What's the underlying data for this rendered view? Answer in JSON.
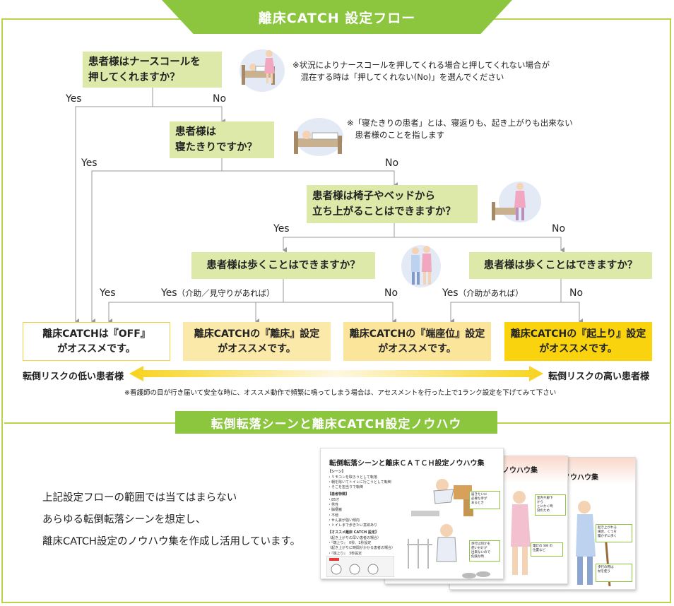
{
  "header": {
    "title": "離床CATCH 設定フロー"
  },
  "flow": {
    "q1": "患者様はナースコールを\n押してくれますか？",
    "q2": "患者様は\n寝たきりですか？",
    "q3": "患者様は椅子やベッドから\n立ち上がることはできますか？",
    "q4": "患者様は歩くことはできますか？",
    "q5": "患者様は歩くことはできますか？",
    "note1": "※状況によりナースコールを押してくれる場合と押してくれない場合が\n　混在する時は「押してくれない(No)」を選んでください",
    "note2": "※「寝たきりの患者」とは、寝返りも、起き上がりも出来ない\n　患者様のことを指します",
    "yes": "Yes",
    "no": "No",
    "yes_assist_watch": "（介助／見守りがあれば）",
    "yes_assist": "（介助があれば）",
    "result_off": "離床CATCHは『OFF』\nがオススメです。",
    "result_rishou": "離床CATCHの『離床』設定\nがオススメです。",
    "result_tanza": "離床CATCHの『端座位』設定\nがオススメです。",
    "result_okiagari": "離床CATCHの『起上り』設定\nがオススメです。",
    "risk_low": "転倒リスクの低い患者様",
    "risk_high": "転倒リスクの高い患者様",
    "footnote": "※看護師の目が行き届いて安全な時に、オススメ動作で頻繁に鳴ってしまう場合は、アセスメントを行った上で1ランク設定を下げてみて下さい"
  },
  "section2": {
    "title": "転倒転落シーンと離床CATCH設定ノウハウ",
    "paragraph": "上記設定フローの範囲では当てはまらない\nあらゆる転倒転落シーンを想定し、\n離床CATCH設定のノウハウ集を作成し活用しています。",
    "doc_title": "転倒転落シーンと離床ＣＡＴＣＨ設定ノウハウ集",
    "doc_title_tail": "ノウハウ集",
    "doc_title_tail2": "ノウハウ集",
    "doc_scene_label": "【シーン】",
    "doc_scene": "・リモコンを取ろうとして転落\n・朝を除いてトイレに行こうとして転倒\n・そこを担当りで転倒",
    "doc_patient_label": "【患者特徴】",
    "doc_patient": "・85才\n・男性\n・脳梗塞\n・不穏\n・せん妄が強い傾向\n・トイレまで歩きたい意欲あり",
    "doc_setting_label": "【オススメ離床 CATCH 設定】",
    "doc_setting": "（起き上がりの早い患者の場合）\n・『端上り』　0秒、1秒設定\n（起き上がりに時間がかかる患者の場合）\n・『端上り』　3秒設定",
    "bubble1": "届きたいに\n必要な手が\nあるとき",
    "bubble2": "歩行は何かを\n使い分けが\n出来ないので\n危険な時",
    "bubble3": "室内や廊下\nから\nとにかく時\n刻のため",
    "bubble4": "電灯の SW の\n位置など",
    "bubble5": "起き上がれる\n場合、くつを\n履かずに歩く",
    "bubble6": "歩行の際は\n杖を使う"
  },
  "colors": {
    "accent": "#8cc63f",
    "question": "#dce9a8",
    "result_high": "#fad30f"
  }
}
